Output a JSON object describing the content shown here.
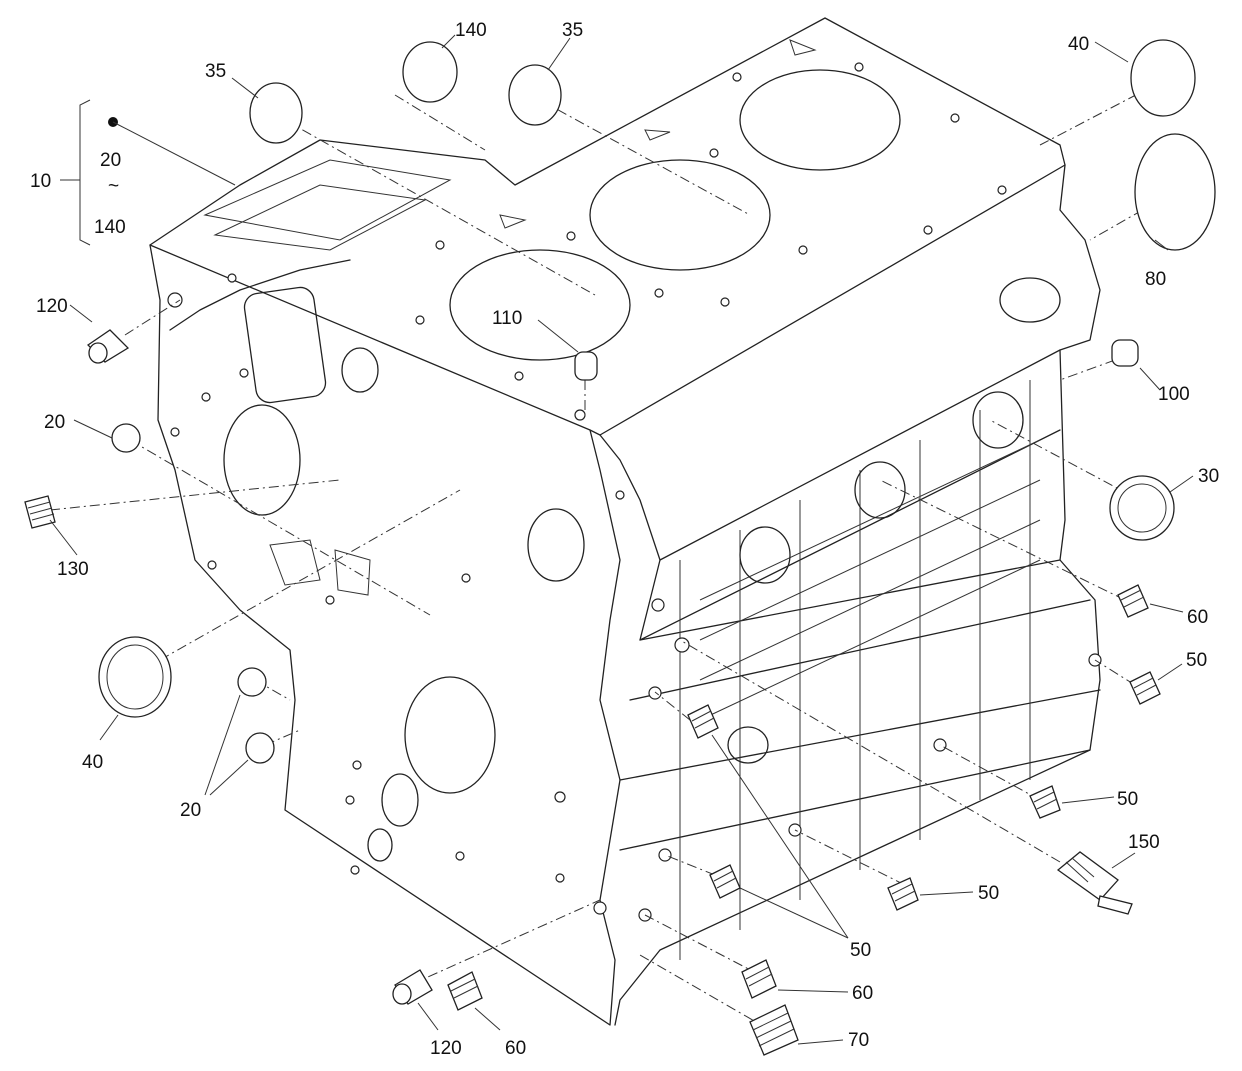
{
  "labels": {
    "l10": "10",
    "l20_range": "20",
    "l140_range": "140",
    "l35_left": "35",
    "l140_top": "140",
    "l35_top": "35",
    "l40_top": "40",
    "l80": "80",
    "l120_left": "120",
    "l110": "110",
    "l100": "100",
    "l20_mid": "20",
    "l130": "130",
    "l30": "30",
    "l60_right": "60",
    "l50_right_a": "50",
    "l40_bottom": "40",
    "l20_bottom": "20",
    "l50_right_b": "50",
    "l150": "150",
    "l50_right_c": "50",
    "l50_center": "50",
    "l60_bottom_right": "60",
    "l70": "70",
    "l120_bottom": "120",
    "l60_bottom": "60",
    "range_tilde": "~"
  },
  "colors": {
    "line": "#222222",
    "background": "#ffffff"
  }
}
